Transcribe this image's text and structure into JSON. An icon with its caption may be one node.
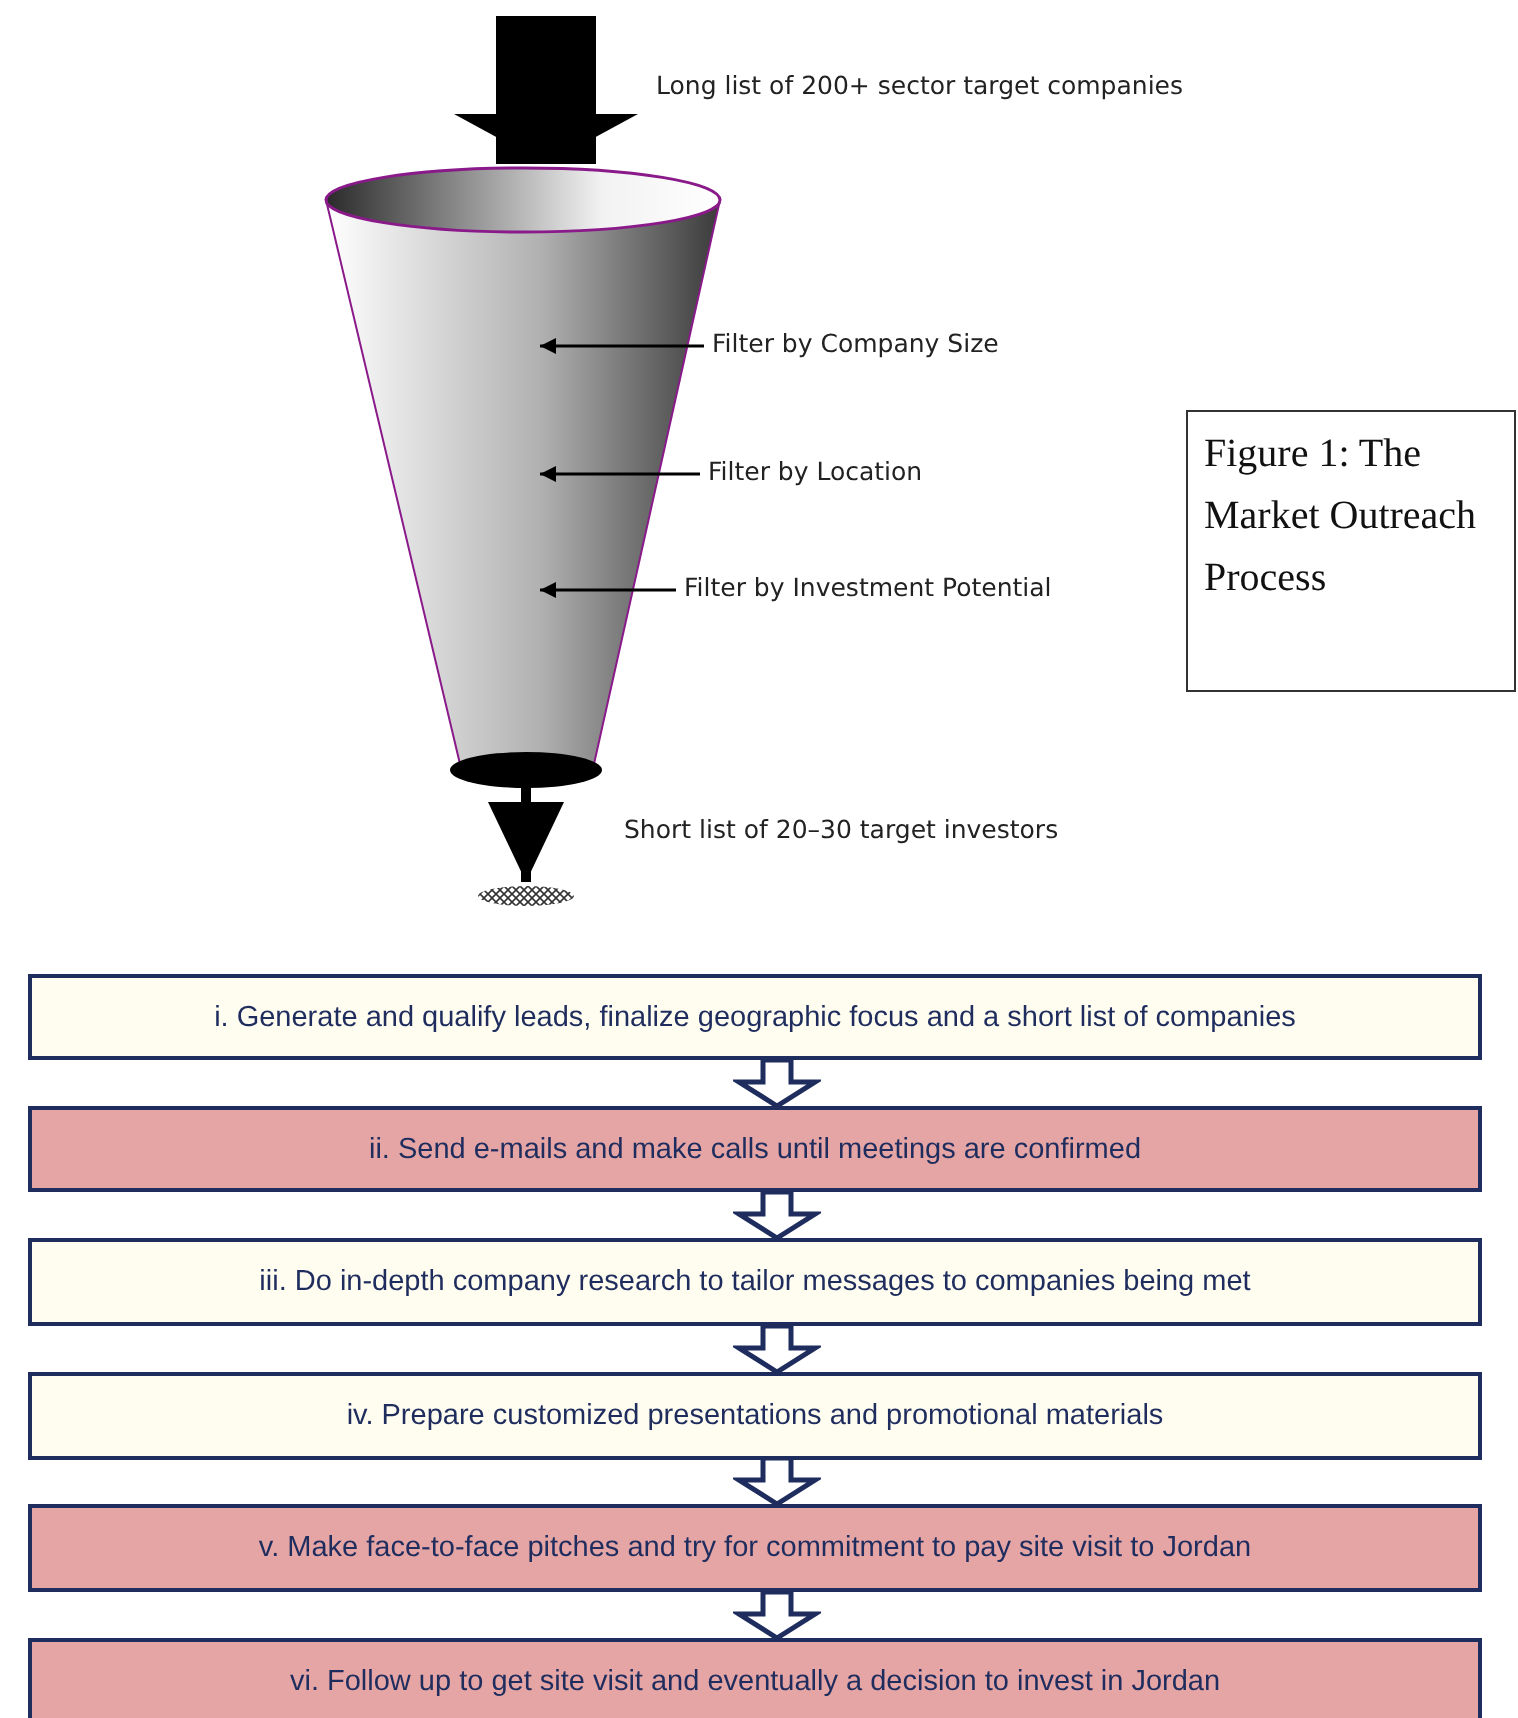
{
  "diagram": {
    "nodes": [
      {
        "text": [],
        "shape": "funnel"
      },
      {
        "text": [
          "Filter by Company Size"
        ]
      },
      {
        "text": [
          "Filter by Location"
        ]
      },
      {
        "text": [
          "Figure 1: The Market Outreach Process"
        ]
      },
      {
        "text": [
          "Filter by Investment Potential"
        ]
      },
      {
        "text": [],
        "shape": "patch"
      },
      {
        "text": [
          "i. Generate and qualify leads, finalize geographic focus and a short list of companies"
        ]
      },
      {
        "text": [
          "ii. Send e-mails and make calls until meetings are confirmed"
        ]
      },
      {
        "text": [
          "iii. Do in-depth company research to tailor messages to companies being met"
        ]
      },
      {
        "text": [
          "iv. Prepare customized presentations and promotional materials"
        ]
      },
      {
        "text": [
          "v. Make face-to-face pitches and try for commitment to pay site visit to Jordan"
        ]
      },
      {
        "text": [
          "vi. Follow up to get site visit and eventually a decision to invest in Jordan"
        ]
      }
    ],
    "edges": [
      {
        "from": null,
        "to": 0,
        "arrow": "to",
        "style": "thick"
      },
      {
        "from": 1,
        "to": 0,
        "arrow": "to"
      },
      {
        "from": 2,
        "to": 0,
        "arrow": "to"
      },
      {
        "from": 4,
        "to": 0,
        "arrow": "to"
      },
      {
        "from": 0,
        "to": 5,
        "arrow": "to",
        "style": "thick"
      },
      {
        "from": 6,
        "to": 7,
        "arrow": "to",
        "color": "#1f2d5e"
      },
      {
        "from": 7,
        "to": 8,
        "arrow": "to",
        "color": "#1f2d5e"
      },
      {
        "from": 8,
        "to": 9,
        "arrow": "to",
        "color": "#1f2d5e"
      },
      {
        "from": 9,
        "to": 10,
        "arrow": "to",
        "color": "#1f2d5e"
      },
      {
        "from": 10,
        "to": 11,
        "arrow": "to",
        "color": "#1f2d5e"
      }
    ],
    "labels": [
      "Long list of 200+ sector target companies",
      "Short list of 20–30 target investors"
    ]
  }
}
